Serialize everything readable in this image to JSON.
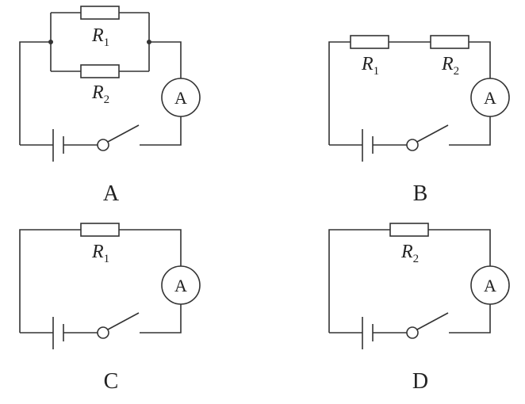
{
  "diagrams": [
    {
      "label": "A",
      "topology": "parallel",
      "resistors": [
        {
          "name": "R",
          "sub": "1"
        },
        {
          "name": "R",
          "sub": "2"
        }
      ],
      "meter": "A"
    },
    {
      "label": "B",
      "topology": "series",
      "resistors": [
        {
          "name": "R",
          "sub": "1"
        },
        {
          "name": "R",
          "sub": "2"
        }
      ],
      "meter": "A"
    },
    {
      "label": "C",
      "topology": "single",
      "resistors": [
        {
          "name": "R",
          "sub": "1"
        }
      ],
      "meter": "A"
    },
    {
      "label": "D",
      "topology": "single",
      "resistors": [
        {
          "name": "R",
          "sub": "2"
        }
      ],
      "meter": "A"
    }
  ],
  "colors": {
    "line": "#333333",
    "background": "#ffffff"
  }
}
